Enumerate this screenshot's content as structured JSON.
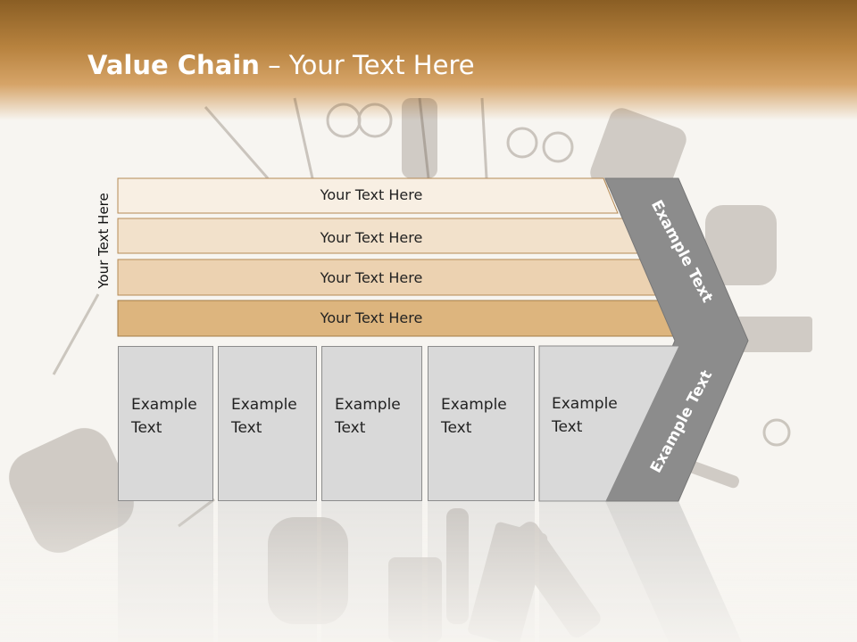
{
  "title": {
    "bold": "Value Chain",
    "rest": " – Your Text Here"
  },
  "vertical_label": "Your Text Here",
  "stripes": [
    {
      "label": "Your Text Here",
      "color": "#f8efe3"
    },
    {
      "label": "Your Text Here",
      "color": "#f2e1cb"
    },
    {
      "label": "Your Text Here",
      "color": "#ecd2b1"
    },
    {
      "label": "Your Text Here",
      "color": "#ddb57e"
    }
  ],
  "columns": [
    {
      "label": "Example Text"
    },
    {
      "label": "Example Text"
    },
    {
      "label": "Example Text"
    },
    {
      "label": "Example Text"
    },
    {
      "label": "Example Text"
    }
  ],
  "chevron": {
    "upper_label": "Example Text",
    "lower_label": "Example Text",
    "color": "#8c8c8c"
  },
  "colors": {
    "header": "#b8833f",
    "column_fill": "#d9d9d9"
  }
}
